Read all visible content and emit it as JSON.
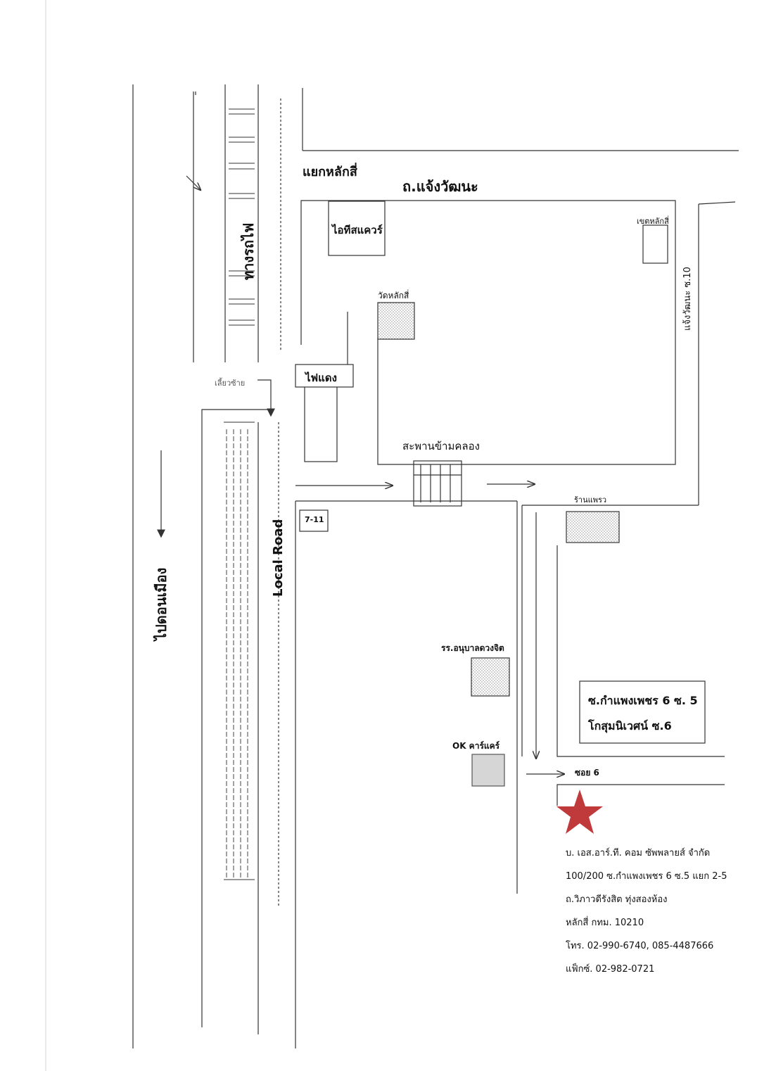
{
  "labels": {
    "intersection": "แยกหลักสี่",
    "main_road": "ถ.แจ้งวัฒนะ",
    "it_square": "ไอทีสแควร์",
    "district_office": "เขตหลักสี่",
    "side_road": "แจ้งวัฒนะ ซ.10",
    "temple": "วัดหลักสี่",
    "traffic_light": "ไฟแดง",
    "turn_left": "เลี้ยวซ้าย",
    "railway": "ทางรถไฟ",
    "to_don_mueang": "ไปดอนเมือง",
    "local_road": "Local Road",
    "bridge": "สะพานข้ามคลอง",
    "seven_eleven": "7-11",
    "phrae_shop": "ร้านแพรว",
    "kindergarten": "รร.อนุบาลดวงจิต",
    "ok_carcare": "OK คาร์แคร์",
    "soi_6": "ซอย 6"
  },
  "soi_box": {
    "line1": "ซ.กำแพงเพชร 6 ซ. 5",
    "line2": "โกสุมนิเวศน์ ซ.6"
  },
  "address": [
    "บ. เอส.อาร์.ที. คอม ซัพพลายส์ จำกัด",
    "100/200 ซ.กำแพงเพชร 6 ซ.5 แยก 2-5",
    "ถ.วิภาวดีรังสิต  ทุ่งสองห้อง",
    "หลักสี่ กทม.  10210",
    "โทร. 02-990-6740, 085-4487666",
    "แฟ็กซ์. 02-982-0721"
  ],
  "marker": {
    "type": "star-icon",
    "color": "#c0393b"
  },
  "colors": {
    "line": "#333333",
    "hatch": "#bdbdbd",
    "carcare_fill": "#d6d6d6"
  }
}
